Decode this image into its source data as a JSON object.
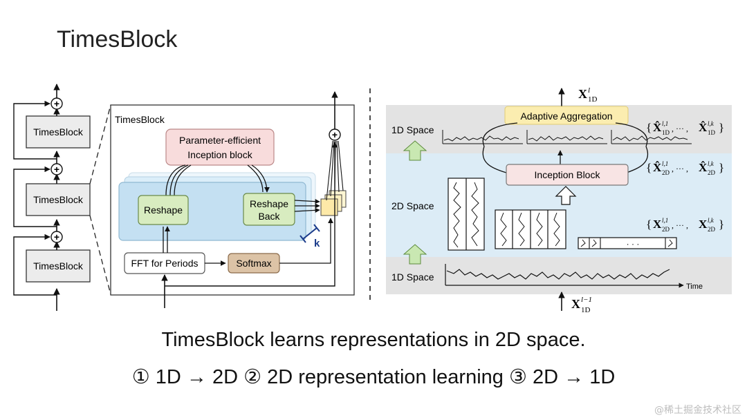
{
  "slide_title": "TimesBlock",
  "left": {
    "stack_blocks": [
      "TimesBlock",
      "TimesBlock",
      "TimesBlock"
    ],
    "plus": "+",
    "detail_label": "TimesBlock",
    "param_block": [
      "Parameter-efficient",
      "Inception block"
    ],
    "reshape": "Reshape",
    "reshape_back": [
      "Reshape",
      "Back"
    ],
    "k_label": "k",
    "fft": "FFT for Periods",
    "softmax": "Softmax"
  },
  "right": {
    "top_output": {
      "base": "X",
      "sup": "l",
      "sub": "1D"
    },
    "adaptive": "Adaptive Aggregation",
    "space_1d_top": "1D Space",
    "space_2d": "2D Space",
    "space_1d_bottom": "1D Space",
    "inception": "Inception Block",
    "time": "Time",
    "bottom_input": {
      "base": "X",
      "sup": "l−1",
      "sub": "1D"
    },
    "set_top": {
      "open": "{",
      "base": "X̂",
      "sub": "1D",
      "sup1": "l,1",
      "supk": "l,k",
      "dots": ", ··· ,",
      "close": "}"
    },
    "set_mid": {
      "open": "{",
      "base": "X̂",
      "sub": "2D",
      "sup1": "l,1",
      "supk": "l,k",
      "dots": ", ··· ,",
      "close": "}"
    },
    "set_low": {
      "open": "{",
      "base": "X",
      "sub": "2D",
      "sup1": "l,1",
      "supk": "l,k",
      "dots": ", ··· ,",
      "close": "}"
    },
    "ellipsis": "· · ·"
  },
  "caption_line1": "TimesBlock learns representations in 2D space.",
  "caption_line2": "① 1D → 2D ② 2D representation learning ③ 2D → 1D",
  "watermark": "@稀土掘金技术社区",
  "colors": {
    "param_pink": "#f8dcdc",
    "reshape_green": "#d8ecc0",
    "panel_blue": "#c4e0f2",
    "softmax_tan": "#dcc3a6",
    "adaptive_yellow": "#fbedb0",
    "band_gray": "#e3e3e3",
    "band_blue": "#dcecf6",
    "green_arrow": "#c9e8b2"
  }
}
